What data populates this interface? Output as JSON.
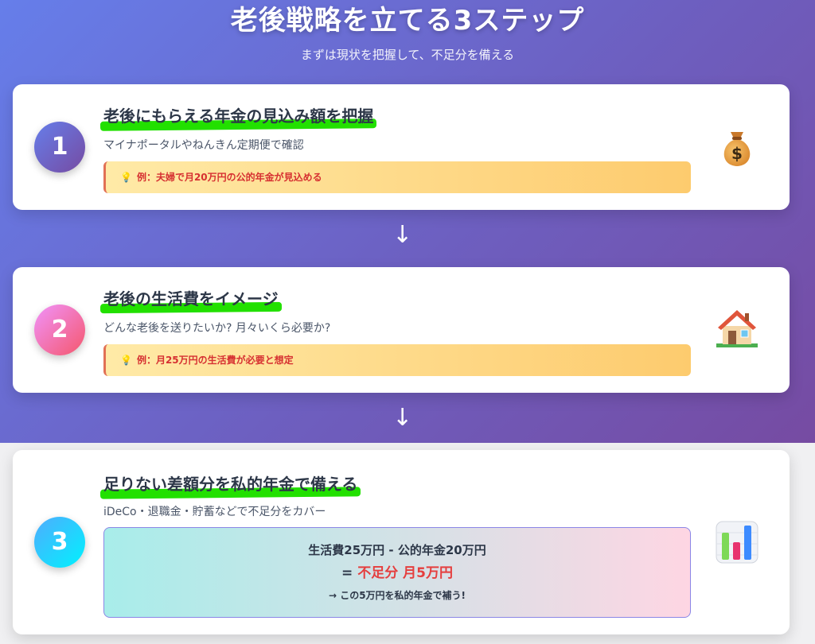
{
  "header": {
    "title": "老後戦略を立てる3ステップ",
    "subtitle": "まずは現状を把握して、不足分を備える"
  },
  "steps": [
    {
      "number": "1",
      "heading": "老後にもらえる年金の見込み額を把握",
      "description": "マイナポータルやねんきん定期便で確認",
      "example": "例：夫婦で月20万円の公的年金が見込める",
      "icon": "money-bag-icon"
    },
    {
      "number": "2",
      "heading": "老後の生活費をイメージ",
      "description": "どんな老後を送りたいか? 月々いくら必要か?",
      "example": "例：月25万円の生活費が必要と想定",
      "icon": "house-icon"
    },
    {
      "number": "3",
      "heading": "足りない差額分を私的年金で備える",
      "description": "iDeCo・退職金・貯蓄などで不足分をカバー",
      "calc": {
        "line1": "生活費25万円 - 公的年金20万円",
        "equals": "=",
        "shortfall": "不足分 月5万円",
        "line3": "→ この5万円を私的年金で補う!"
      },
      "icon": "bar-chart-icon"
    }
  ],
  "arrow_glyph": "↓",
  "bulb_glyph": "💡",
  "colors": {
    "bg_gradient_start": "#667eea",
    "bg_gradient_end": "#764ba2",
    "highlight": "#22e000",
    "example_text": "#d63031",
    "shortfall_red": "#e53e3e"
  }
}
